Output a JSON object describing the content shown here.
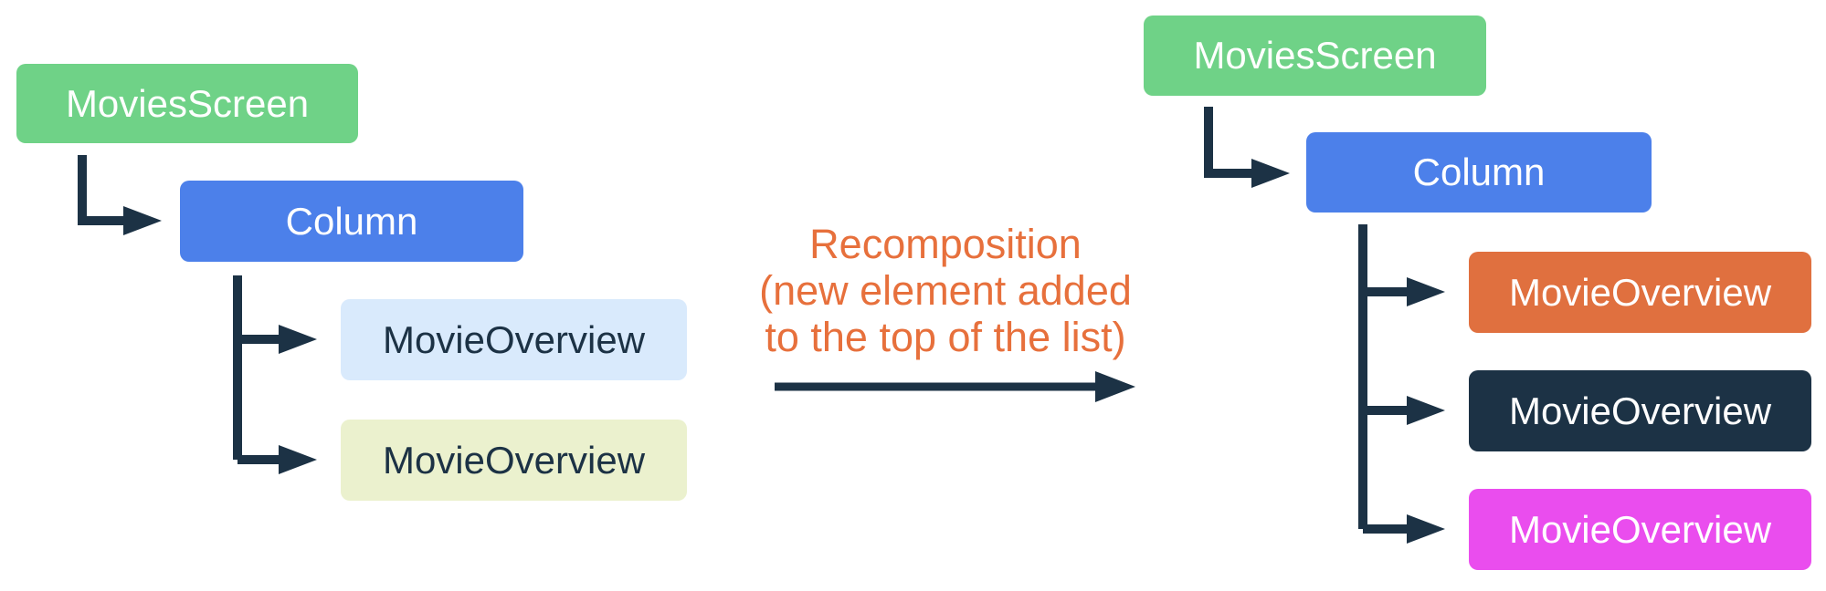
{
  "colors": {
    "green": "#6FD287",
    "blue": "#4C80EA",
    "light_blue": "#D9EAFC",
    "pale_yellow": "#EBF1CE",
    "orange_box": "#E0703F",
    "navy_box": "#1C3245",
    "magenta": "#EA4DEE",
    "arrow": "#1C3245",
    "label_orange": "#E7703C",
    "text_on_dark": "#FFFFFF",
    "text_on_light": "#1C3245"
  },
  "left_tree": {
    "root": "MoviesScreen",
    "container": "Column",
    "children": [
      "MovieOverview",
      "MovieOverview"
    ]
  },
  "middle": {
    "lines": [
      "Recomposition",
      "(new element added",
      "to the top of the list)"
    ]
  },
  "right_tree": {
    "root": "MoviesScreen",
    "container": "Column",
    "children": [
      "MovieOverview",
      "MovieOverview",
      "MovieOverview"
    ]
  }
}
